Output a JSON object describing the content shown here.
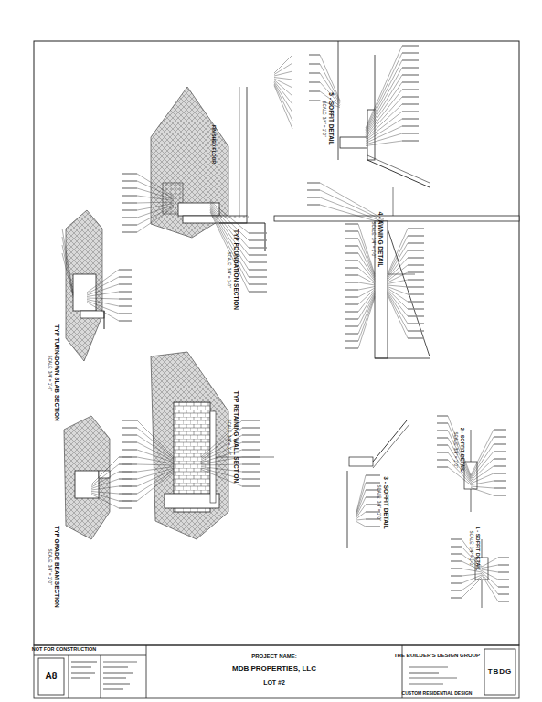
{
  "diagram": {
    "labels": [
      "5 - SOFFIT DETAIL",
      "SCALE: 3/4\" = 1'-0\"",
      "4 - AWNING DETAIL",
      "SCALE: 3/4\" = 1'-0\"",
      "FINISHED FLOOR",
      "TYP FOUNDATION SECTION",
      "SCALE: 3/4\" = 1'-0\"",
      "TYP TURN-DOWN SLAB SECTION",
      "SCALE: 3/4\" = 1'-0\"",
      "TYP RETAINING WALL SECTION",
      "SCALE: 3/4\" = 1'-0\"",
      "TYP GRADE BEAM SECTION",
      "SCALE: 3/4\" = 1'-0\"",
      "3 - SOFFIT DETAIL",
      "SCALE: 3/4\" = 1'-0\"",
      "2 - SOFFIT DETAIL",
      "SCALE: 3/4\" = 1'-0\"",
      "1 - SOFFIT DETAIL",
      "SCALE: 3/4\" = 1'-0\"",
      "NOT FOR CONSTRUCTION",
      "A8",
      "PROJECT NAME:",
      "MDB PROPERTIES, LLC",
      "LOT #2",
      "THE BUILDER'S DESIGN GROUP",
      "CUSTOM RESIDENTIAL DESIGN",
      "TBDG"
    ]
  }
}
